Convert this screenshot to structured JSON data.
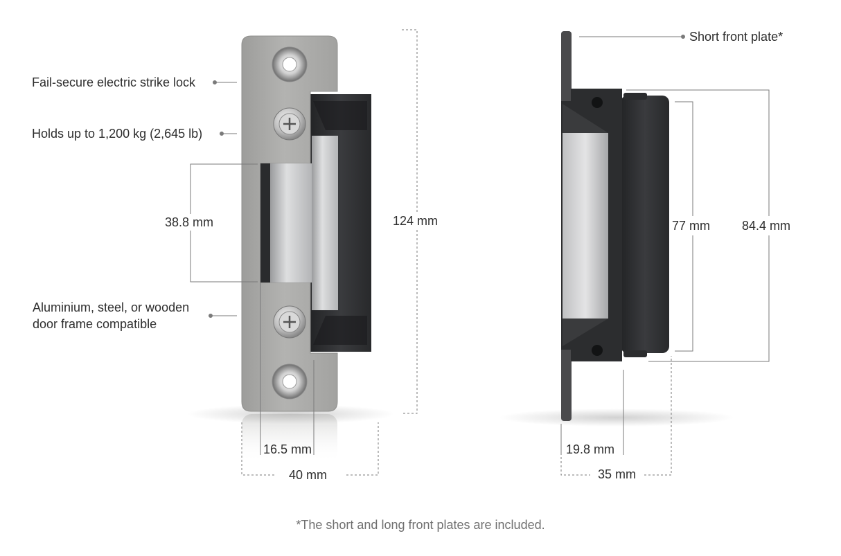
{
  "callouts": {
    "fail_secure": "Fail-secure electric strike lock",
    "holds": "Holds up to 1,200 kg (2,645 lb)",
    "frame_line1": "Aluminium, steel, or wooden",
    "frame_line2": "door frame compatible",
    "short_plate": "Short front plate*"
  },
  "dimensions": {
    "front_opening_height": "38.8 mm",
    "front_total_height": "124 mm",
    "front_opening_width": "16.5 mm",
    "front_total_width": "40 mm",
    "side_body_height": "77 mm",
    "side_total_height": "84.4 mm",
    "side_depth_inner": "19.8 mm",
    "side_depth_total": "35 mm"
  },
  "footnote": "*The short and long front plates are included.",
  "colors": {
    "plate_metal": "#a9a9a7",
    "body_black": "#2d2e30",
    "keeper_silver": "#c9cacb",
    "line": "#7a7a7a"
  }
}
